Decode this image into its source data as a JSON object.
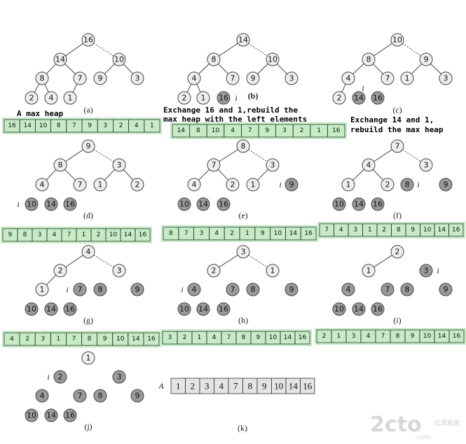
{
  "panels": [
    {
      "label": "(a)",
      "nodes": [
        {
          "v": "16",
          "s": "light"
        },
        {
          "v": "14",
          "s": "light"
        },
        {
          "v": "10",
          "s": "light"
        },
        {
          "v": "8",
          "s": "light"
        },
        {
          "v": "7",
          "s": "light"
        },
        {
          "v": "9",
          "s": "light"
        },
        {
          "v": "3",
          "s": "light"
        },
        {
          "v": "2",
          "s": "light"
        },
        {
          "v": "4",
          "s": "light"
        },
        {
          "v": "1",
          "s": "light"
        }
      ]
    },
    {
      "label": "(b)",
      "nodes": [
        {
          "v": "14",
          "s": "light"
        },
        {
          "v": "8",
          "s": "light"
        },
        {
          "v": "10",
          "s": "light"
        },
        {
          "v": "4",
          "s": "light"
        },
        {
          "v": "7",
          "s": "light"
        },
        {
          "v": "9",
          "s": "light"
        },
        {
          "v": "3",
          "s": "light"
        },
        {
          "v": "2",
          "s": "light"
        },
        {
          "v": "1",
          "s": "light"
        },
        {
          "v": "16",
          "s": "dark"
        }
      ]
    },
    {
      "label": "(c)",
      "nodes": [
        {
          "v": "10",
          "s": "light"
        },
        {
          "v": "8",
          "s": "light"
        },
        {
          "v": "9",
          "s": "light"
        },
        {
          "v": "4",
          "s": "light"
        },
        {
          "v": "7",
          "s": "light"
        },
        {
          "v": "1",
          "s": "light"
        },
        {
          "v": "3",
          "s": "light"
        },
        {
          "v": "2",
          "s": "light"
        },
        {
          "v": "14",
          "s": "dark"
        },
        {
          "v": "16",
          "s": "dark"
        }
      ]
    },
    {
      "label": "(d)",
      "nodes": [
        {
          "v": "9",
          "s": "light"
        },
        {
          "v": "8",
          "s": "light"
        },
        {
          "v": "3",
          "s": "light"
        },
        {
          "v": "4",
          "s": "light"
        },
        {
          "v": "7",
          "s": "light"
        },
        {
          "v": "1",
          "s": "light"
        },
        {
          "v": "2",
          "s": "light"
        },
        {
          "v": "10",
          "s": "dark"
        },
        {
          "v": "14",
          "s": "dark"
        },
        {
          "v": "16",
          "s": "dark"
        }
      ]
    },
    {
      "label": "(e)",
      "nodes": [
        {
          "v": "8",
          "s": "light"
        },
        {
          "v": "7",
          "s": "light"
        },
        {
          "v": "3",
          "s": "light"
        },
        {
          "v": "4",
          "s": "light"
        },
        {
          "v": "2",
          "s": "light"
        },
        {
          "v": "1",
          "s": "light"
        },
        {
          "v": "9",
          "s": "dark"
        },
        {
          "v": "10",
          "s": "dark"
        },
        {
          "v": "14",
          "s": "dark"
        },
        {
          "v": "16",
          "s": "dark"
        }
      ]
    },
    {
      "label": "(f)",
      "nodes": [
        {
          "v": "7",
          "s": "light"
        },
        {
          "v": "4",
          "s": "light"
        },
        {
          "v": "3",
          "s": "light"
        },
        {
          "v": "1",
          "s": "light"
        },
        {
          "v": "2",
          "s": "light"
        },
        {
          "v": "8",
          "s": "dark"
        },
        {
          "v": "9",
          "s": "dark"
        },
        {
          "v": "10",
          "s": "dark"
        },
        {
          "v": "14",
          "s": "dark"
        },
        {
          "v": "16",
          "s": "dark"
        }
      ]
    },
    {
      "label": "(g)",
      "nodes": [
        {
          "v": "4",
          "s": "light"
        },
        {
          "v": "2",
          "s": "light"
        },
        {
          "v": "3",
          "s": "light"
        },
        {
          "v": "1",
          "s": "light"
        },
        {
          "v": "7",
          "s": "dark"
        },
        {
          "v": "8",
          "s": "dark"
        },
        {
          "v": "9",
          "s": "dark"
        },
        {
          "v": "10",
          "s": "dark"
        },
        {
          "v": "14",
          "s": "dark"
        },
        {
          "v": "16",
          "s": "dark"
        }
      ]
    },
    {
      "label": "(h)",
      "nodes": [
        {
          "v": "3",
          "s": "light"
        },
        {
          "v": "2",
          "s": "light"
        },
        {
          "v": "1",
          "s": "light"
        },
        {
          "v": "4",
          "s": "dark"
        },
        {
          "v": "7",
          "s": "dark"
        },
        {
          "v": "8",
          "s": "dark"
        },
        {
          "v": "9",
          "s": "dark"
        },
        {
          "v": "10",
          "s": "dark"
        },
        {
          "v": "14",
          "s": "dark"
        },
        {
          "v": "16",
          "s": "dark"
        }
      ]
    },
    {
      "label": "(i)",
      "nodes": [
        {
          "v": "2",
          "s": "light"
        },
        {
          "v": "1",
          "s": "light"
        },
        {
          "v": "3",
          "s": "dark"
        },
        {
          "v": "4",
          "s": "dark"
        },
        {
          "v": "7",
          "s": "dark"
        },
        {
          "v": "8",
          "s": "dark"
        },
        {
          "v": "9",
          "s": "dark"
        },
        {
          "v": "10",
          "s": "dark"
        },
        {
          "v": "14",
          "s": "dark"
        },
        {
          "v": "16",
          "s": "dark"
        }
      ]
    },
    {
      "label": "(j)",
      "nodes": [
        {
          "v": "1",
          "s": "light"
        },
        {
          "v": "2",
          "s": "dark"
        },
        {
          "v": "3",
          "s": "dark"
        },
        {
          "v": "4",
          "s": "dark"
        },
        {
          "v": "7",
          "s": "dark"
        },
        {
          "v": "8",
          "s": "dark"
        },
        {
          "v": "9",
          "s": "dark"
        },
        {
          "v": "10",
          "s": "dark"
        },
        {
          "v": "14",
          "s": "dark"
        },
        {
          "v": "16",
          "s": "dark"
        }
      ]
    }
  ],
  "final_array": {
    "name": "A",
    "label": "(k)",
    "values": [
      "1",
      "2",
      "3",
      "4",
      "7",
      "8",
      "9",
      "10",
      "14",
      "16"
    ]
  },
  "array_strips": [
    [
      "16",
      "14",
      "10",
      "8",
      "7",
      "9",
      "3",
      "2",
      "4",
      "1"
    ],
    [
      "14",
      "8",
      "10",
      "4",
      "7",
      "9",
      "3",
      "2",
      "1",
      "16"
    ],
    [
      "9",
      "8",
      "3",
      "4",
      "7",
      "1",
      "2",
      "10",
      "14",
      "16"
    ],
    [
      "8",
      "7",
      "3",
      "4",
      "2",
      "1",
      "9",
      "10",
      "14",
      "16"
    ],
    [
      "7",
      "4",
      "3",
      "1",
      "2",
      "8",
      "9",
      "10",
      "14",
      "16"
    ],
    [
      "4",
      "2",
      "3",
      "1",
      "7",
      "8",
      "9",
      "10",
      "14",
      "16"
    ],
    [
      "3",
      "2",
      "1",
      "4",
      "7",
      "8",
      "9",
      "10",
      "14",
      "16"
    ],
    [
      "2",
      "1",
      "3",
      "4",
      "7",
      "8",
      "9",
      "10",
      "14",
      "16"
    ]
  ],
  "notes": {
    "max_heap": "A max heap",
    "exchange_16_line1": "Exchange 16 and 1,rebuild the",
    "exchange_16_line2": "max heap with the left elements",
    "exchange_14_line1": "Exchange 14 and 1,",
    "exchange_14_line2": "rebuild the max heap"
  },
  "i_marker": "i",
  "watermark": {
    "brand": "2cto",
    "suffix": ".com",
    "cn": "红黑联盟"
  },
  "colors": {
    "node_light": "#eeeeee",
    "node_dark": "#9a9a9a",
    "strip_green": "#c6ecc6"
  }
}
